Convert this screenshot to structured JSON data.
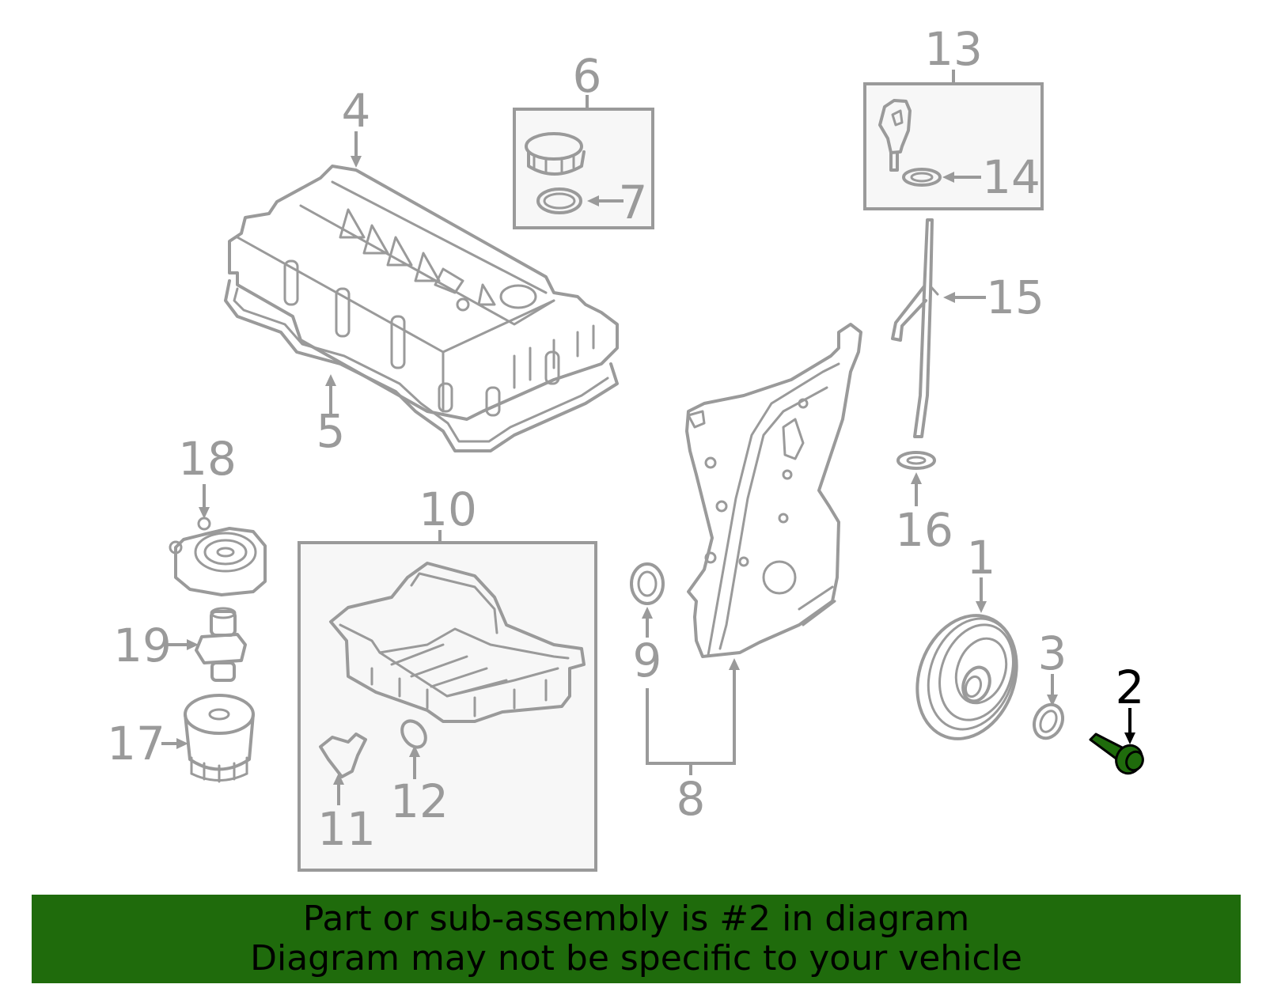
{
  "diagram": {
    "highlight_color": "#1f6b0c",
    "callouts": [
      {
        "id": "1",
        "label": "1"
      },
      {
        "id": "2",
        "label": "2",
        "highlighted": true
      },
      {
        "id": "3",
        "label": "3"
      },
      {
        "id": "4",
        "label": "4"
      },
      {
        "id": "5",
        "label": "5"
      },
      {
        "id": "6",
        "label": "6"
      },
      {
        "id": "7",
        "label": "7"
      },
      {
        "id": "8",
        "label": "8"
      },
      {
        "id": "9",
        "label": "9"
      },
      {
        "id": "10",
        "label": "10"
      },
      {
        "id": "11",
        "label": "11"
      },
      {
        "id": "12",
        "label": "12"
      },
      {
        "id": "13",
        "label": "13"
      },
      {
        "id": "14",
        "label": "14"
      },
      {
        "id": "15",
        "label": "15"
      },
      {
        "id": "16",
        "label": "16"
      },
      {
        "id": "17",
        "label": "17"
      },
      {
        "id": "18",
        "label": "18"
      },
      {
        "id": "19",
        "label": "19"
      }
    ]
  },
  "banner": {
    "line1": "Part or sub-assembly is #2 in diagram",
    "line2": "Diagram may not be specific to your vehicle",
    "background": "#1f6b0c"
  }
}
